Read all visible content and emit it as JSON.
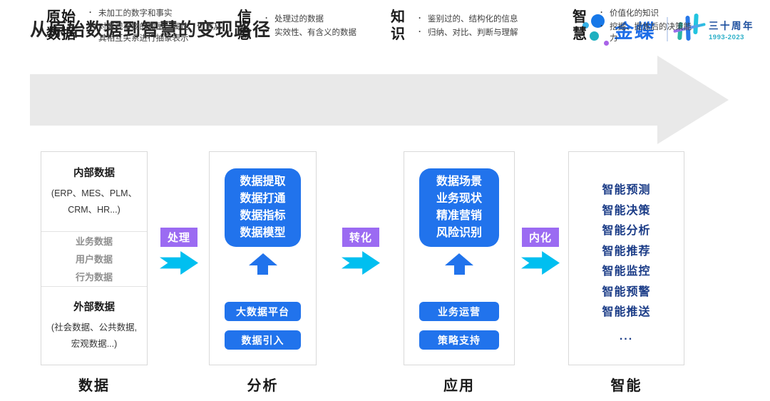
{
  "page": {
    "title": "从原始数据到智慧的变现路径"
  },
  "logo": {
    "brand": "金蝶",
    "anniversary_title": "三十周年",
    "anniversary_years": "1993-2023"
  },
  "banner": {
    "stages": [
      {
        "term": "原始\n数据",
        "bullets": [
          "未加工的数字和事实",
          "对客观事物的数量、属性、位置及其相互关系进行抽象表示"
        ]
      },
      {
        "term": "信\n息",
        "bullets": [
          "处理过的数据",
          "实效性、有含义的数据"
        ]
      },
      {
        "term": "知\n识",
        "bullets": [
          "鉴别过的、结构化的信息",
          "归纳、对比、判断与理解"
        ]
      },
      {
        "term": "智\n慧",
        "bullets": [
          "价值化的知识",
          "挖掘、提炼后的决策能力"
        ]
      }
    ]
  },
  "columns": {
    "data": {
      "label": "数据",
      "internal_title": "内部数据",
      "internal_sub": "(ERP、MES、PLM、CRM、HR...)",
      "middle_items": [
        "业务数据",
        "用户数据",
        "行为数据"
      ],
      "external_title": "外部数据",
      "external_sub": "(社会数据、公共数据, 宏观数据...)"
    },
    "analysis": {
      "label": "分析",
      "box_lines": [
        "数据提取",
        "数据打通",
        "数据指标",
        "数据模型"
      ],
      "buttons": [
        "大数据平台",
        "数据引入"
      ]
    },
    "application": {
      "label": "应用",
      "box_lines": [
        "数据场景",
        "业务现状",
        "精准营销",
        "风险识别"
      ],
      "buttons": [
        "业务运营",
        "策略支持"
      ]
    },
    "intelligence": {
      "label": "智能",
      "items": [
        "智能预测",
        "智能决策",
        "智能分析",
        "智能推荐",
        "智能监控",
        "智能预警",
        "智能推送",
        "..."
      ]
    }
  },
  "connectors": [
    {
      "label": "处理"
    },
    {
      "label": "转化"
    },
    {
      "label": "内化"
    }
  ],
  "colors": {
    "accent_blue": "#2173EC",
    "navy_text": "#1B3C87",
    "badge_purple": "#9B6BF2",
    "arrow_cyan": "#00BFF0",
    "banner_gray": "#E9E9E9",
    "brand_blue": "#1E6EE8"
  }
}
